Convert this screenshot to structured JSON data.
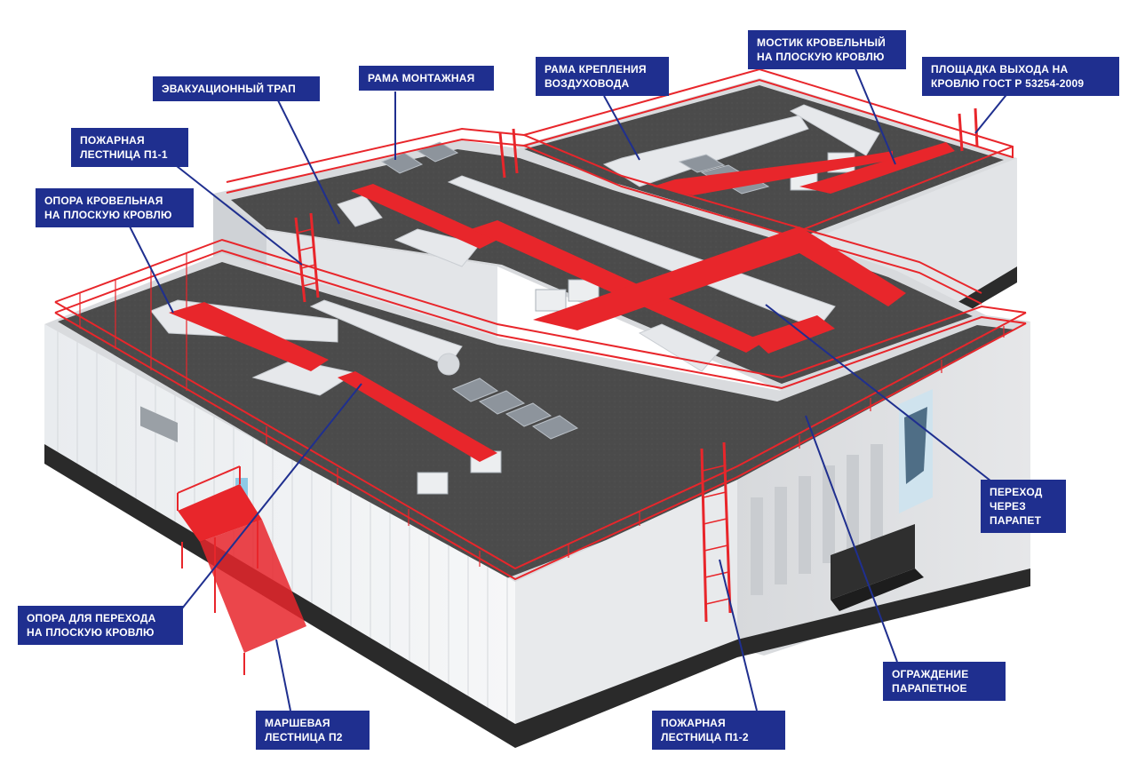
{
  "labels": {
    "evac_ladder": "ЭВАКУАЦИОННЫЙ ТРАП",
    "mount_frame": "РАМА МОНТАЖНАЯ",
    "duct_frame_1": "РАМА КРЕПЛЕНИЯ",
    "duct_frame_2": "ВОЗДУХОВОДА",
    "roof_bridge_1": "МОСТИК КРОВЕЛЬНЫЙ",
    "roof_bridge_2": "НА ПЛОСКУЮ КРОВЛЮ",
    "exit_platform_1": "ПЛОЩАДКА ВЫХОДА НА",
    "exit_platform_2": "КРОВЛЮ ГОСТ Р 53254-2009",
    "fire_ladder_p11_1": "ПОЖАРНАЯ",
    "fire_ladder_p11_2": "ЛЕСТНИЦА П1-1",
    "roof_support_1": "ОПОРА КРОВЕЛЬНАЯ",
    "roof_support_2": "НА ПЛОСКУЮ КРОВЛЮ",
    "parapet_crossing_1": "ПЕРЕХОД",
    "parapet_crossing_2": "ЧЕРЕЗ",
    "parapet_crossing_3": "ПАРАПЕТ",
    "crossing_support_1": "ОПОРА ДЛЯ ПЕРЕХОДА",
    "crossing_support_2": "НА ПЛОСКУЮ КРОВЛЮ",
    "parapet_fence_1": "ОГРАЖДЕНИЕ",
    "parapet_fence_2": "ПАРАПЕТНОЕ",
    "march_stair_1": "МАРШЕВАЯ",
    "march_stair_2": "ЛЕСТНИЦА П2",
    "fire_ladder_p12_1": "ПОЖАРНАЯ",
    "fire_ladder_p12_2": "ЛЕСТНИЦА П1-2"
  },
  "colors": {
    "label_bg": "#1f2f8f",
    "leader_line": "#1f2f8f",
    "steel_red": "#e8262b",
    "roof_membrane": "#4a4a4a",
    "wall_panel": "#eceef0",
    "plinth": "#2a2a2a",
    "duct": "#e4e6ea"
  }
}
